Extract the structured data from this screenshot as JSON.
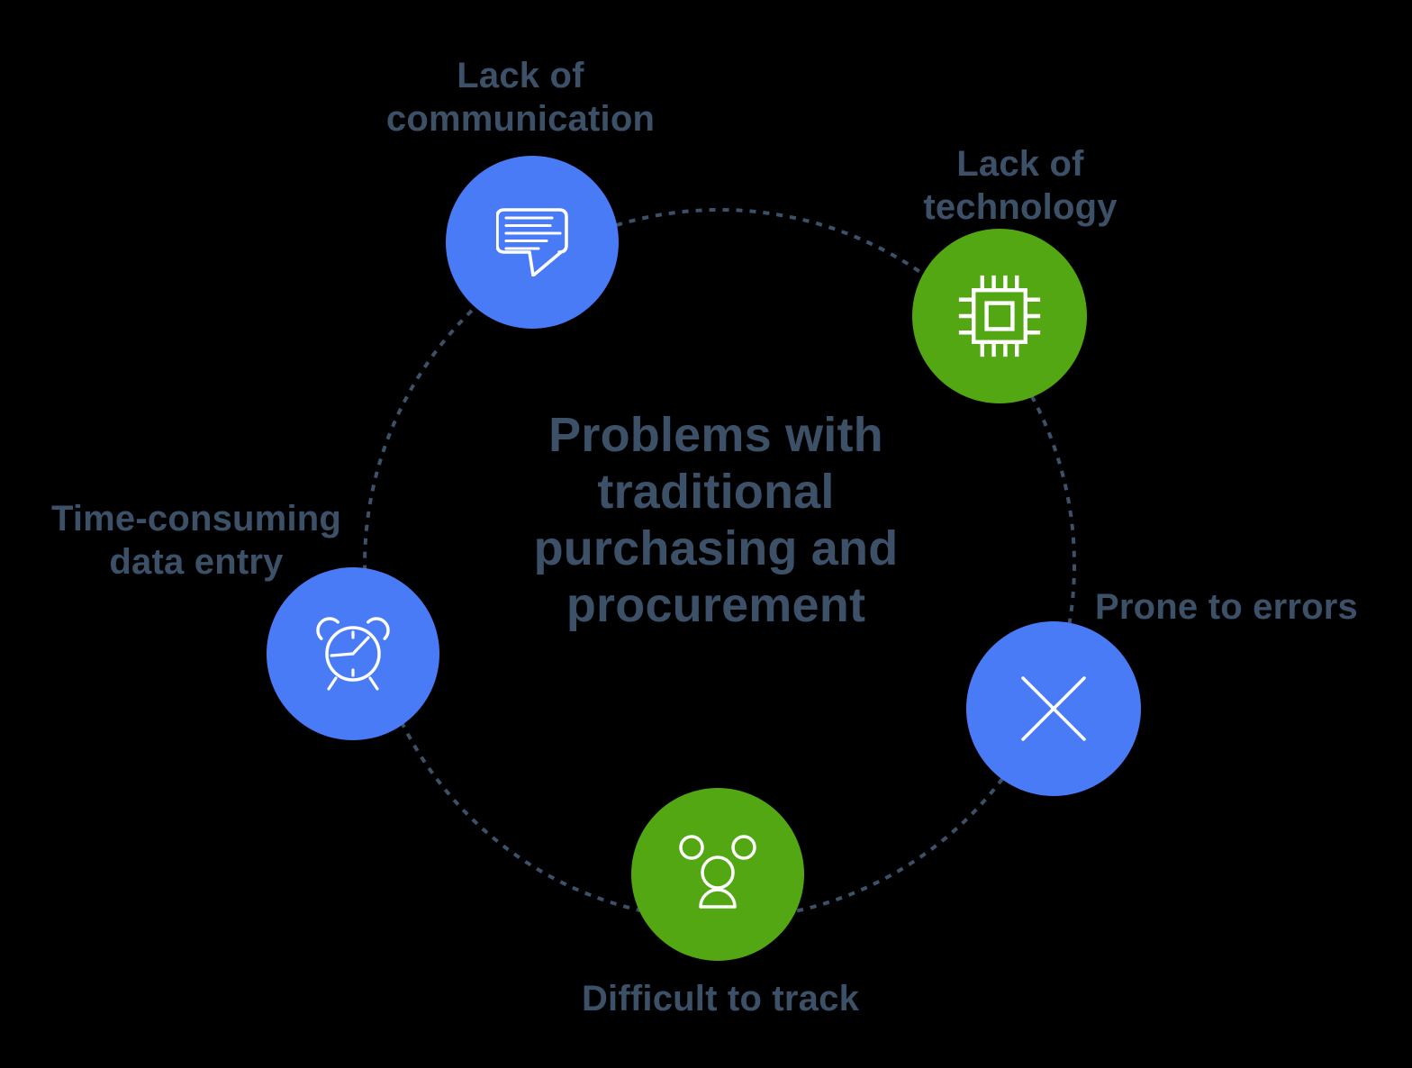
{
  "title": "Problems with\ntraditional\npurchasing and\nprocurement",
  "colors": {
    "blue": "#497BF6",
    "green": "#52A713",
    "text": "#3C5168",
    "ring": "#3C5168",
    "icon": "#FFFFFF",
    "background": "#000000"
  },
  "nodes": [
    {
      "id": "communication",
      "label": "Lack of\ncommunication",
      "icon": "chat-bubble-icon",
      "color": "blue"
    },
    {
      "id": "technology",
      "label": "Lack of\ntechnology",
      "icon": "chip-icon",
      "color": "green"
    },
    {
      "id": "errors",
      "label": "Prone to errors",
      "icon": "x-cross-icon",
      "color": "blue"
    },
    {
      "id": "track",
      "label": "Difficult to track",
      "icon": "people-icon",
      "color": "green"
    },
    {
      "id": "data-entry",
      "label": "Time-consuming\ndata entry",
      "icon": "alarm-clock-icon",
      "color": "blue"
    }
  ]
}
